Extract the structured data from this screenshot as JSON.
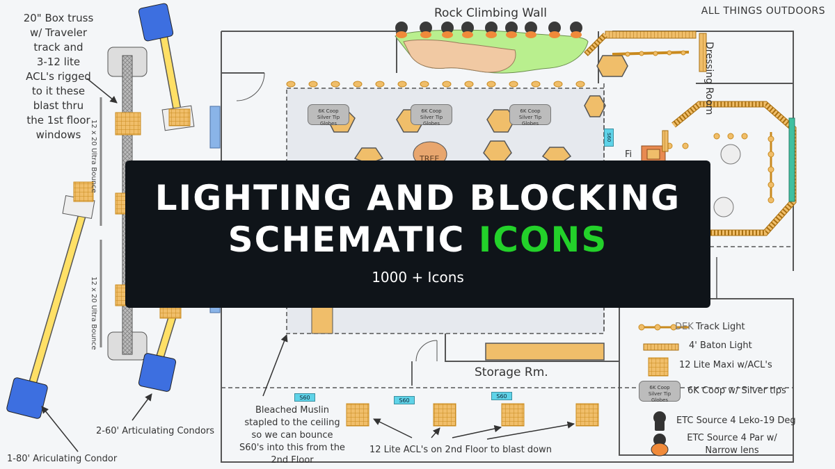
{
  "brand": "ALL THINGS OUTDOORS",
  "banner": {
    "line1": "LIGHTING AND BLOCKING",
    "line2_prefix": "SCHEMATIC ",
    "line2_accent": "ICONS",
    "subtitle": "1000 + Icons",
    "accent_color": "#23d12a",
    "bg_color": "#0f1419"
  },
  "labels": {
    "rock_wall": "Rock Climbing Wall",
    "dressing_room": "Dressing Room",
    "storage": "Storage Rm.",
    "truss_note": [
      "20\" Box truss",
      "w/ Traveler",
      "track and",
      "3-12 lite",
      "ACL's rigged",
      "to it these",
      "blast thru",
      "the 1st floor",
      "windows"
    ],
    "ultra_bounce_top": "12 x 20 Ultra Bounce",
    "ultra_bounce_bottom": "12 x 20 Ultra Bounce",
    "muslin_note": [
      "Bleached Muslin",
      "stapled to the ceiling",
      "so we can bounce",
      "S60's into this from the",
      "2nd Floor"
    ],
    "condors_60": "2-60' Articulating Condors",
    "condor_80": "1-80' Ariculating Condor",
    "acl_2nd_floor": "12 Lite ACL's on 2nd Floor to blast down",
    "tree": "TREE",
    "s60_tag": "S60",
    "s60_vertical": "S60",
    "fi_partial": "Fi"
  },
  "coops": {
    "line1": "6K Coop",
    "line2": "Silver Tip Globes"
  },
  "legend": {
    "items": [
      {
        "label": "Track Light",
        "icon": "track-light-icon"
      },
      {
        "label": "4' Baton Light",
        "icon": "baton-light-icon"
      },
      {
        "label": "12 Lite Maxi w/ACL's",
        "icon": "maxi-light-icon"
      },
      {
        "label": "6K Coop w/ Silver tips",
        "icon": "coop-light-icon"
      },
      {
        "label": "ETC Source 4 Leko-19 Deg",
        "icon": "leko-icon"
      },
      {
        "label": "ETC Source 4 Par w/ Narrow lens",
        "icon": "par-icon"
      }
    ],
    "coop_icon_line1": "6K Coop",
    "coop_icon_line2": "Silver Tip Globes",
    "track_partial": "DEK"
  },
  "colors": {
    "light_fill": "#f0be6a",
    "light_stroke": "#c98a1e",
    "condor": "#3d6fe0",
    "boom": "#ffe066",
    "s60": "#5fd3e8",
    "wall_green": "#b9ef8e",
    "wall_tan": "#f1c9a3",
    "window_blue": "#8ab4e8"
  }
}
